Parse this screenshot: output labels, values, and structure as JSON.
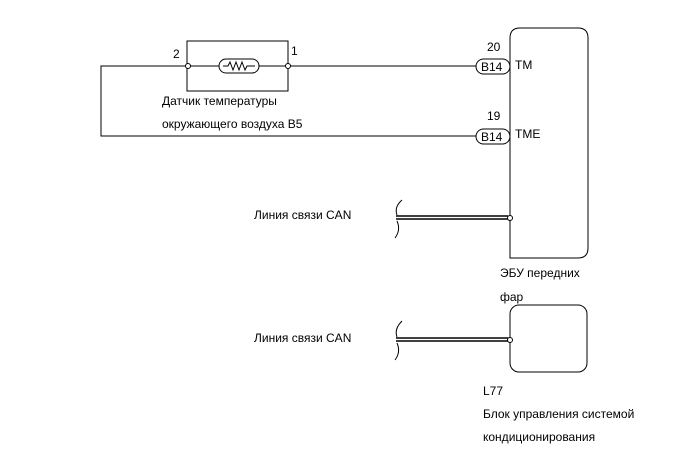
{
  "sensor": {
    "pin_left": "2",
    "pin_right": "1",
    "label_line1": "Датчик температуры",
    "label_line2": "окружающего воздуха B5"
  },
  "ecu": {
    "pins": [
      {
        "number": "20",
        "connector": "B14",
        "signal": "TM"
      },
      {
        "number": "19",
        "connector": "B14",
        "signal": "TME"
      }
    ],
    "label_line1": "ЭБУ передних",
    "label_line2": "фар"
  },
  "can_lines": [
    {
      "label": "Линия связи CAN"
    },
    {
      "label": "Линия связи CAN"
    }
  ],
  "ac_unit": {
    "code": "L77",
    "label_line1": "Блок управления системой",
    "label_line2": "кондиционирования"
  }
}
